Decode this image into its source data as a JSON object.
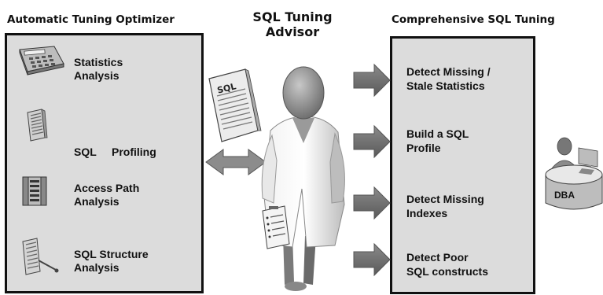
{
  "titles": {
    "left": "Automatic Tuning Optimizer",
    "center_line1": "SQL Tuning",
    "center_line2": "Advisor",
    "right": "Comprehensive SQL Tuning"
  },
  "optimizer_items": [
    {
      "line1": "Statistics",
      "line2": "Analysis",
      "icon": "calculator-icon"
    },
    {
      "line1": "SQL     Profiling",
      "line2": "",
      "icon": "document-icon"
    },
    {
      "line1": "Access Path",
      "line2": "Analysis",
      "icon": "index-table-icon"
    },
    {
      "line1": "SQL Structure",
      "line2": "Analysis",
      "icon": "magnifier-document-icon"
    }
  ],
  "tuning_tasks": [
    {
      "line1": "Detect Missing /",
      "line2": "Stale Statistics"
    },
    {
      "line1": "Build a SQL",
      "line2": "Profile"
    },
    {
      "line1": "Detect Missing",
      "line2": "Indexes"
    },
    {
      "line1": "Detect Poor",
      "line2": "SQL constructs"
    }
  ],
  "sql_doc_label": "SQL",
  "dba_label": "DBA",
  "colors": {
    "panel_fill": "#dcdcdc",
    "border": "#111111",
    "arrow": "#6e6e6e"
  }
}
